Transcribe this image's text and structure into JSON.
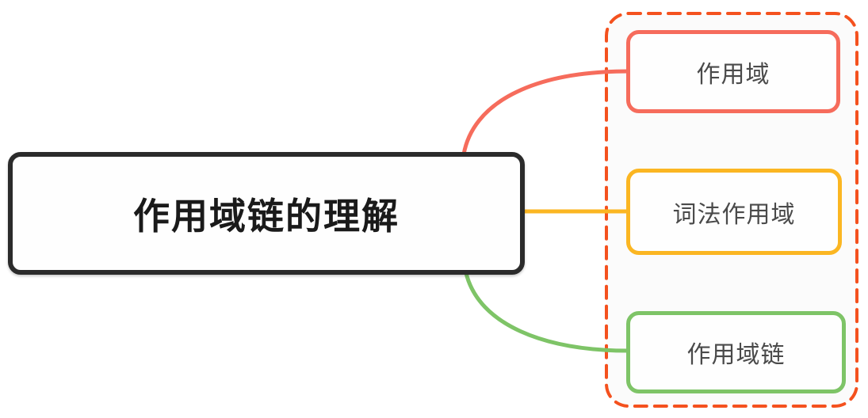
{
  "diagram": {
    "type": "mindmap",
    "root": {
      "label": "作用域链的理解",
      "border_color": "#2b2b2b",
      "text_color": "#1a1a1a"
    },
    "children": [
      {
        "label": "作用域",
        "color": "#f66c5c"
      },
      {
        "label": "词法作用域",
        "color": "#fbb622"
      },
      {
        "label": "作用域链",
        "color": "#7ec467"
      }
    ],
    "group": {
      "border_color": "#f4511e",
      "border_style": "dashed"
    },
    "child_text_color": "#4a4a4a",
    "background": "#ffffff"
  }
}
